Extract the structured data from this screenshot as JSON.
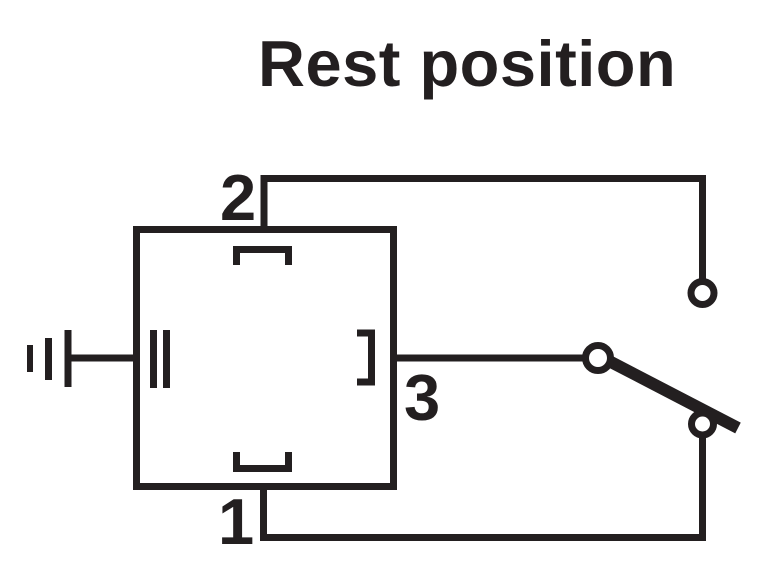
{
  "title": "Rest position",
  "labels": {
    "terminal_1": "1",
    "terminal_2": "2",
    "terminal_3": "3"
  },
  "colors": {
    "ink": "#231f20",
    "background": "#ffffff"
  },
  "diagram": {
    "type": "circuit-schematic",
    "state": "rest position",
    "components": {
      "component_box": "square component housing with internal contact brackets",
      "ground_symbol": "chassis ground (three bars of decreasing height) on left",
      "double_bar_element": "two vertical bars inside left side of box",
      "upper_bracket": "down-facing bracket inside top of box",
      "lower_bracket": "up-facing bracket inside bottom of box",
      "right_bracket": "left-facing bracket inside right side of box",
      "switch_lever": "thick diagonal lever from pivot contact resting on lower contact",
      "upper_contact": "open circle contact at end of terminal-2 wire",
      "pivot_contact": "open circle pivot at end of terminal-3 wire",
      "lower_contact": "open circle contact feeding terminal-1 wire"
    }
  }
}
